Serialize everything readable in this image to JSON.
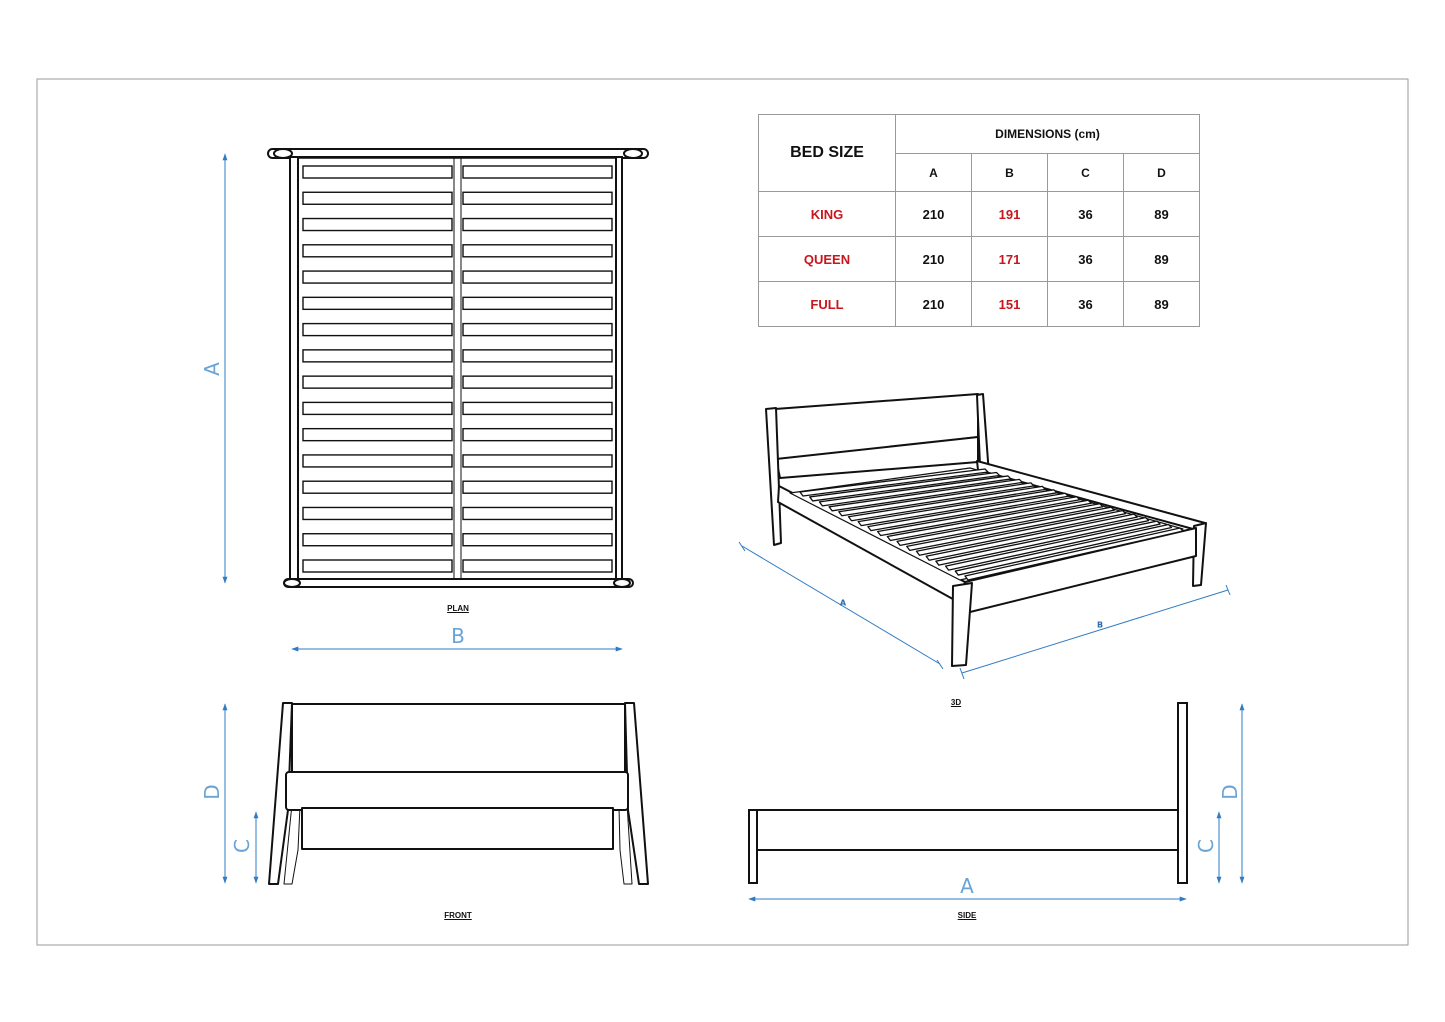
{
  "table": {
    "bed_size_header": "BED SIZE",
    "dimensions_header": "DIMENSIONS (cm)",
    "columns": [
      "A",
      "B",
      "C",
      "D"
    ],
    "rows": [
      {
        "size": "KING",
        "a": "210",
        "b": "191",
        "c": "36",
        "d": "89"
      },
      {
        "size": "QUEEN",
        "a": "210",
        "b": "171",
        "c": "36",
        "d": "89"
      },
      {
        "size": "FULL",
        "a": "210",
        "b": "151",
        "c": "36",
        "d": "89"
      }
    ]
  },
  "views": {
    "plan": "PLAN",
    "three_d": "3D",
    "front": "FRONT",
    "side": "SIDE"
  },
  "dimension_labels": {
    "a": "A",
    "b": "B",
    "c": "C",
    "d": "D"
  },
  "colors": {
    "dimension_line": "#2f7cc4",
    "dimension_text": "#6aa3d6",
    "highlight": "#c8161d",
    "drawing_stroke": "#111111",
    "border": "#9a9a9a"
  }
}
